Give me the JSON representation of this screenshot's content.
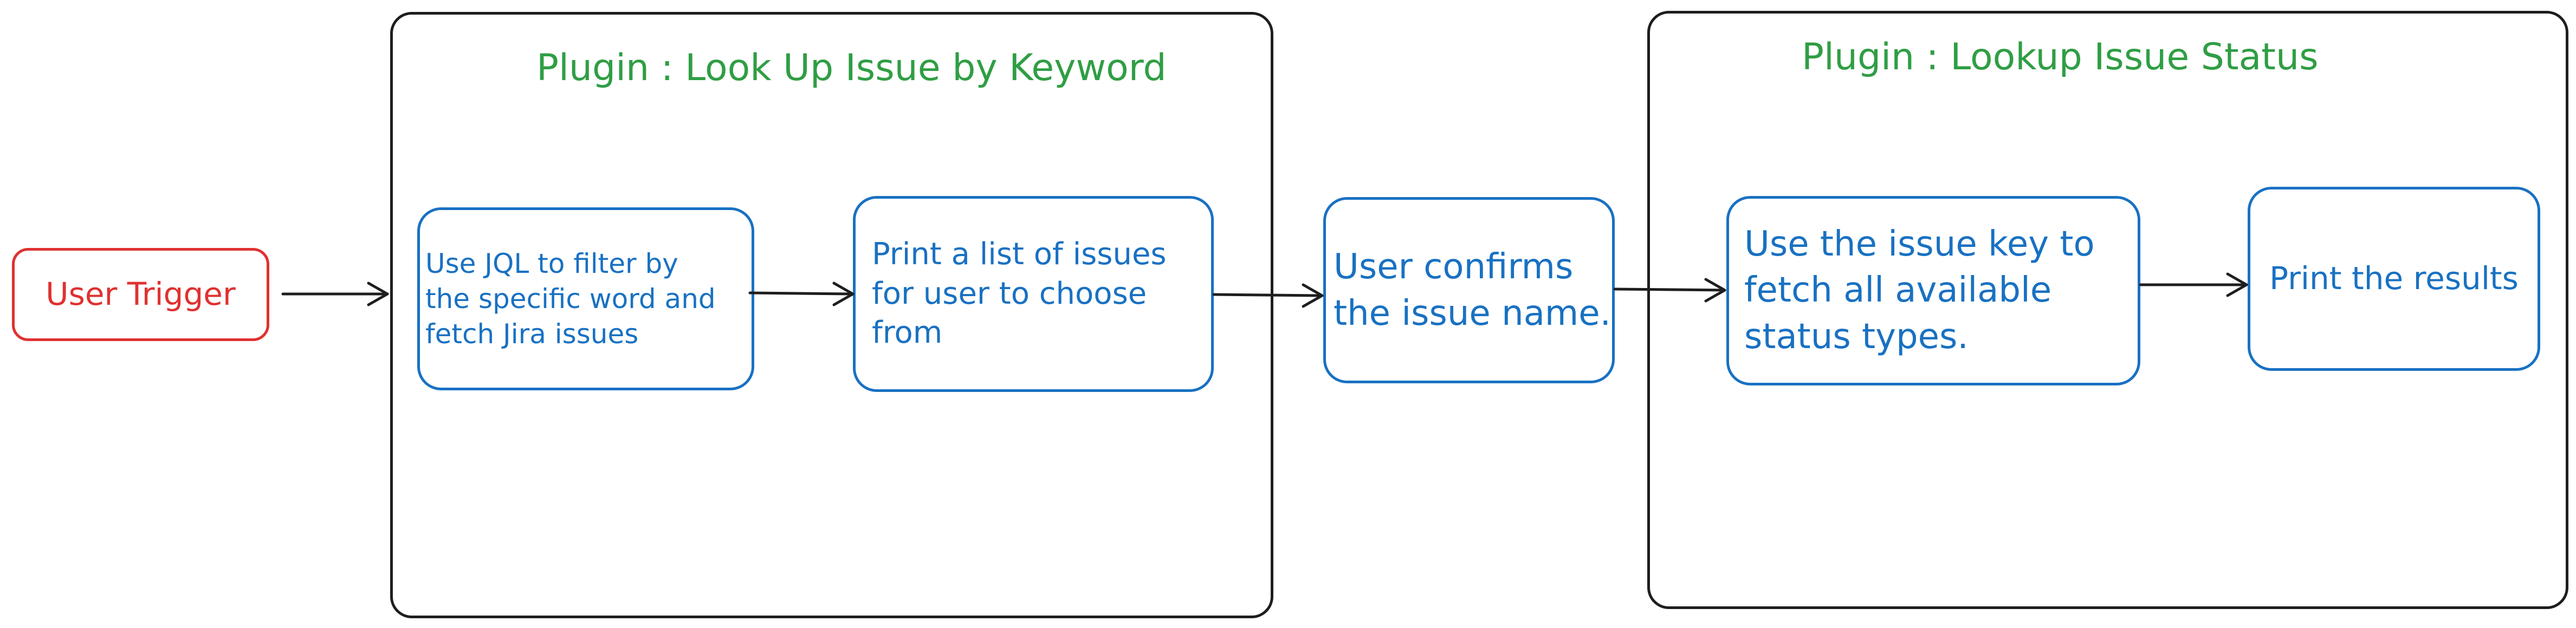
{
  "containers": {
    "lookup_keyword": {
      "title": "Plugin : Look Up Issue by Keyword"
    },
    "lookup_status": {
      "title": "Plugin : Lookup Issue Status"
    }
  },
  "nodes": {
    "user_trigger": "User Trigger",
    "jql_filter": "Use JQL to filter by\nthe specific word and\nfetch Jira issues",
    "print_list": "Print a list of issues\nfor user to choose\nfrom",
    "user_confirms": "User confirms\nthe issue name.",
    "fetch_status": "Use the issue key to\nfetch all available\nstatus types.",
    "print_results": "Print the results"
  },
  "colors": {
    "stroke": "#1e1e1e",
    "node_blue": "#1971c2",
    "trigger_red": "#e03131",
    "title_green": "#2f9e44"
  }
}
